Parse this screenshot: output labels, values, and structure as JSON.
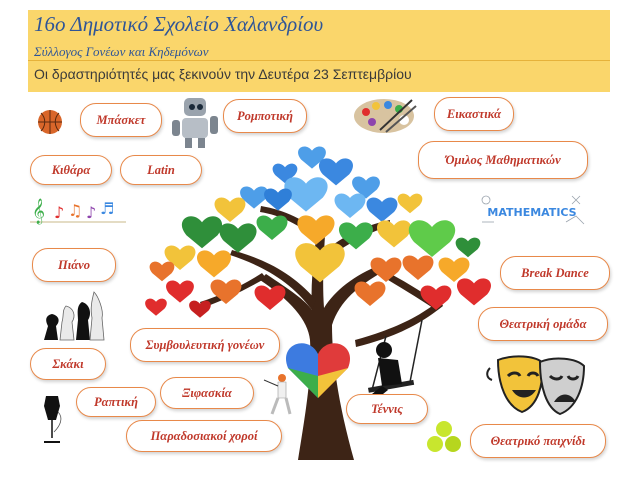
{
  "header": {
    "title": "16ο Δημοτικό Σχολείο Χαλανδρίου",
    "subtitle": "Σύλλογος Γονέων και Κηδεμόνων",
    "announcement": "Οι δραστηριότητές μας ξεκινούν την Δευτέρα 23 Σεπτεμβρίου"
  },
  "activities": {
    "basket": "Μπάσκετ",
    "robotics": "Ρομποτική",
    "arts": "Εικαστικά",
    "guitar": "Κιθάρα",
    "latin": "Latin",
    "math": "Όμιλος Μαθηματικών",
    "piano": "Πιάνο",
    "breakdance": "Break Dance",
    "theatre_group": "Θεατρική ομάδα",
    "parent_counseling": "Συμβουλευτική γονέων",
    "chess": "Σκάκι",
    "fencing": "Ξιφασκία",
    "sewing": "Ραπτική",
    "tennis": "Τέννις",
    "folk_dance": "Παραδοσιακοί χοροί",
    "theatre_game": "Θεατρικό παιχνίδι"
  },
  "math_banner": "MATHEMATICS",
  "colors": {
    "header_bg": "#fad66b",
    "title_text": "#2f5597",
    "pill_border": "#e8894a",
    "pill_text": "#c0392b"
  }
}
